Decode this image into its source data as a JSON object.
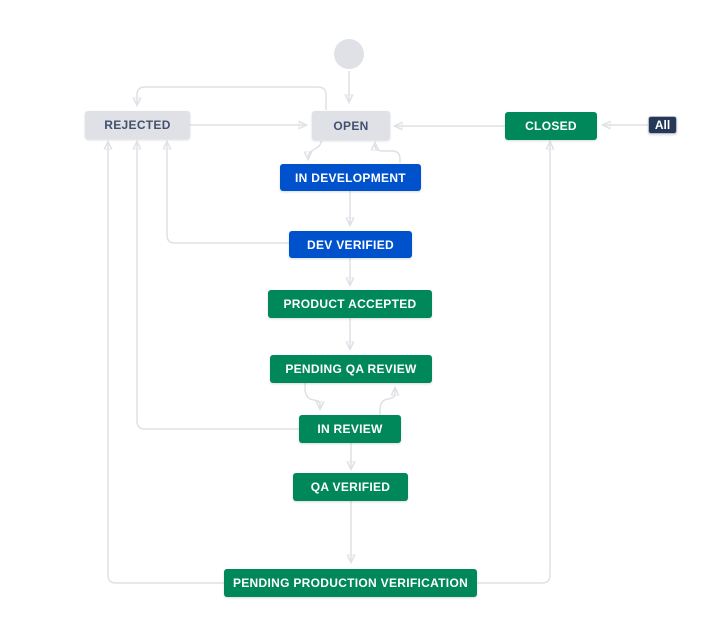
{
  "workflow": {
    "statuses": {
      "rejected": {
        "label": "REJECTED",
        "category": "todo"
      },
      "open": {
        "label": "OPEN",
        "category": "todo"
      },
      "closed": {
        "label": "CLOSED",
        "category": "done"
      },
      "in_development": {
        "label": "IN DEVELOPMENT",
        "category": "in_progress"
      },
      "dev_verified": {
        "label": "DEV VERIFIED",
        "category": "in_progress"
      },
      "product_accepted": {
        "label": "PRODUCT ACCEPTED",
        "category": "done"
      },
      "pending_qa_review": {
        "label": "PENDING QA REVIEW",
        "category": "done"
      },
      "in_review": {
        "label": "IN REVIEW",
        "category": "done"
      },
      "qa_verified": {
        "label": "QA VERIFIED",
        "category": "done"
      },
      "pending_production_verification": {
        "label": "PENDING PRODUCTION VERIFICATION",
        "category": "done"
      }
    },
    "all_badge": {
      "label": "All"
    },
    "transitions": [
      {
        "from": "start",
        "to": "open"
      },
      {
        "from": "open",
        "to": "rejected"
      },
      {
        "from": "rejected",
        "to": "open"
      },
      {
        "from": "closed",
        "to": "open"
      },
      {
        "from": "all",
        "to": "closed"
      },
      {
        "from": "open",
        "to": "in_development"
      },
      {
        "from": "in_development",
        "to": "open"
      },
      {
        "from": "in_development",
        "to": "dev_verified"
      },
      {
        "from": "dev_verified",
        "to": "rejected"
      },
      {
        "from": "dev_verified",
        "to": "product_accepted"
      },
      {
        "from": "product_accepted",
        "to": "pending_qa_review"
      },
      {
        "from": "pending_qa_review",
        "to": "in_review"
      },
      {
        "from": "in_review",
        "to": "pending_qa_review"
      },
      {
        "from": "in_review",
        "to": "rejected"
      },
      {
        "from": "in_review",
        "to": "qa_verified"
      },
      {
        "from": "qa_verified",
        "to": "pending_production_verification"
      },
      {
        "from": "pending_production_verification",
        "to": "rejected"
      },
      {
        "from": "pending_production_verification",
        "to": "closed"
      }
    ],
    "colors": {
      "status_todo_bg": "#DFE1E6",
      "status_todo_text": "#42526E",
      "status_in_progress_bg": "#0052CC",
      "status_done_bg": "#00875A",
      "status_text_light": "#FFFFFF",
      "all_badge_bg": "#253858",
      "start_node_bg": "#DFE1E6",
      "edge_line": "#DFE1E6",
      "edge_arrow": "#C1C7D0",
      "background": "#FFFFFF"
    }
  }
}
